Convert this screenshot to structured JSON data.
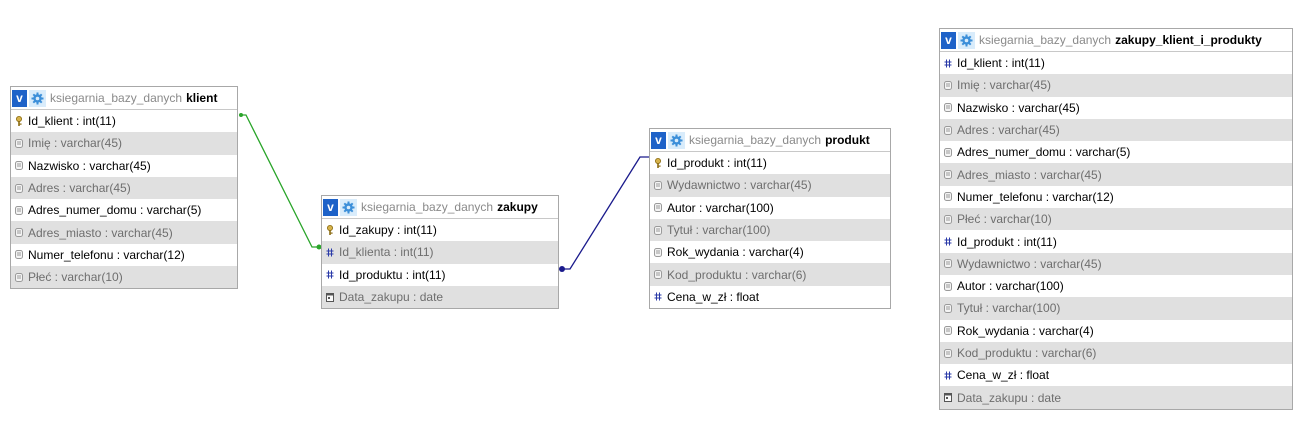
{
  "database": "ksiegarnia_bazy_danych",
  "tables": {
    "klient": {
      "name": "klient",
      "fields": [
        {
          "label": "Id_klient : int(11)",
          "icon": "key-icon"
        },
        {
          "label": "Imię : varchar(45)",
          "icon": "field-icon"
        },
        {
          "label": "Nazwisko : varchar(45)",
          "icon": "field-icon"
        },
        {
          "label": "Adres : varchar(45)",
          "icon": "field-icon"
        },
        {
          "label": "Adres_numer_domu : varchar(5)",
          "icon": "field-icon"
        },
        {
          "label": "Adres_miasto : varchar(45)",
          "icon": "field-icon"
        },
        {
          "label": "Numer_telefonu : varchar(12)",
          "icon": "field-icon"
        },
        {
          "label": "Płeć : varchar(10)",
          "icon": "field-icon"
        }
      ]
    },
    "zakupy": {
      "name": "zakupy",
      "fields": [
        {
          "label": "Id_zakupy : int(11)",
          "icon": "key-icon"
        },
        {
          "label": "Id_klienta : int(11)",
          "icon": "hash-icon"
        },
        {
          "label": "Id_produktu : int(11)",
          "icon": "hash-icon"
        },
        {
          "label": "Data_zakupu : date",
          "icon": "date-icon"
        }
      ]
    },
    "produkt": {
      "name": "produkt",
      "fields": [
        {
          "label": "Id_produkt : int(11)",
          "icon": "key-icon"
        },
        {
          "label": "Wydawnictwo : varchar(45)",
          "icon": "field-icon"
        },
        {
          "label": "Autor : varchar(100)",
          "icon": "field-icon"
        },
        {
          "label": "Tytuł : varchar(100)",
          "icon": "field-icon"
        },
        {
          "label": "Rok_wydania : varchar(4)",
          "icon": "field-icon"
        },
        {
          "label": "Kod_produktu : varchar(6)",
          "icon": "field-icon"
        },
        {
          "label": "Cena_w_zł : float",
          "icon": "hash-icon"
        }
      ]
    },
    "zakupy_klient_i_produkty": {
      "name": "zakupy_klient_i_produkty",
      "fields": [
        {
          "label": "Id_klient : int(11)",
          "icon": "hash-icon"
        },
        {
          "label": "Imię : varchar(45)",
          "icon": "field-icon"
        },
        {
          "label": "Nazwisko : varchar(45)",
          "icon": "field-icon"
        },
        {
          "label": "Adres : varchar(45)",
          "icon": "field-icon"
        },
        {
          "label": "Adres_numer_domu : varchar(5)",
          "icon": "field-icon"
        },
        {
          "label": "Adres_miasto : varchar(45)",
          "icon": "field-icon"
        },
        {
          "label": "Numer_telefonu : varchar(12)",
          "icon": "field-icon"
        },
        {
          "label": "Płeć : varchar(10)",
          "icon": "field-icon"
        },
        {
          "label": "Id_produkt : int(11)",
          "icon": "hash-icon"
        },
        {
          "label": "Wydawnictwo : varchar(45)",
          "icon": "field-icon"
        },
        {
          "label": "Autor : varchar(100)",
          "icon": "field-icon"
        },
        {
          "label": "Tytuł : varchar(100)",
          "icon": "field-icon"
        },
        {
          "label": "Rok_wydania : varchar(4)",
          "icon": "field-icon"
        },
        {
          "label": "Kod_produktu : varchar(6)",
          "icon": "field-icon"
        },
        {
          "label": "Cena_w_zł : float",
          "icon": "hash-icon"
        },
        {
          "label": "Data_zakupu : date",
          "icon": "date-icon"
        }
      ]
    }
  },
  "header_buttons": {
    "toggle_label": "v"
  },
  "relations": [
    {
      "from": "zakupy.Id_klienta",
      "to": "klient.Id_klient",
      "color": "#2aa52a"
    },
    {
      "from": "zakupy.Id_produktu",
      "to": "produkt.Id_produkt",
      "color": "#1a1a8c"
    }
  ],
  "colors": {
    "toggle_button": "#1e62c8",
    "gear_button": "#d9ecfb",
    "alt_row": "#e0e0e0",
    "db_name": "#8a8a8a"
  }
}
